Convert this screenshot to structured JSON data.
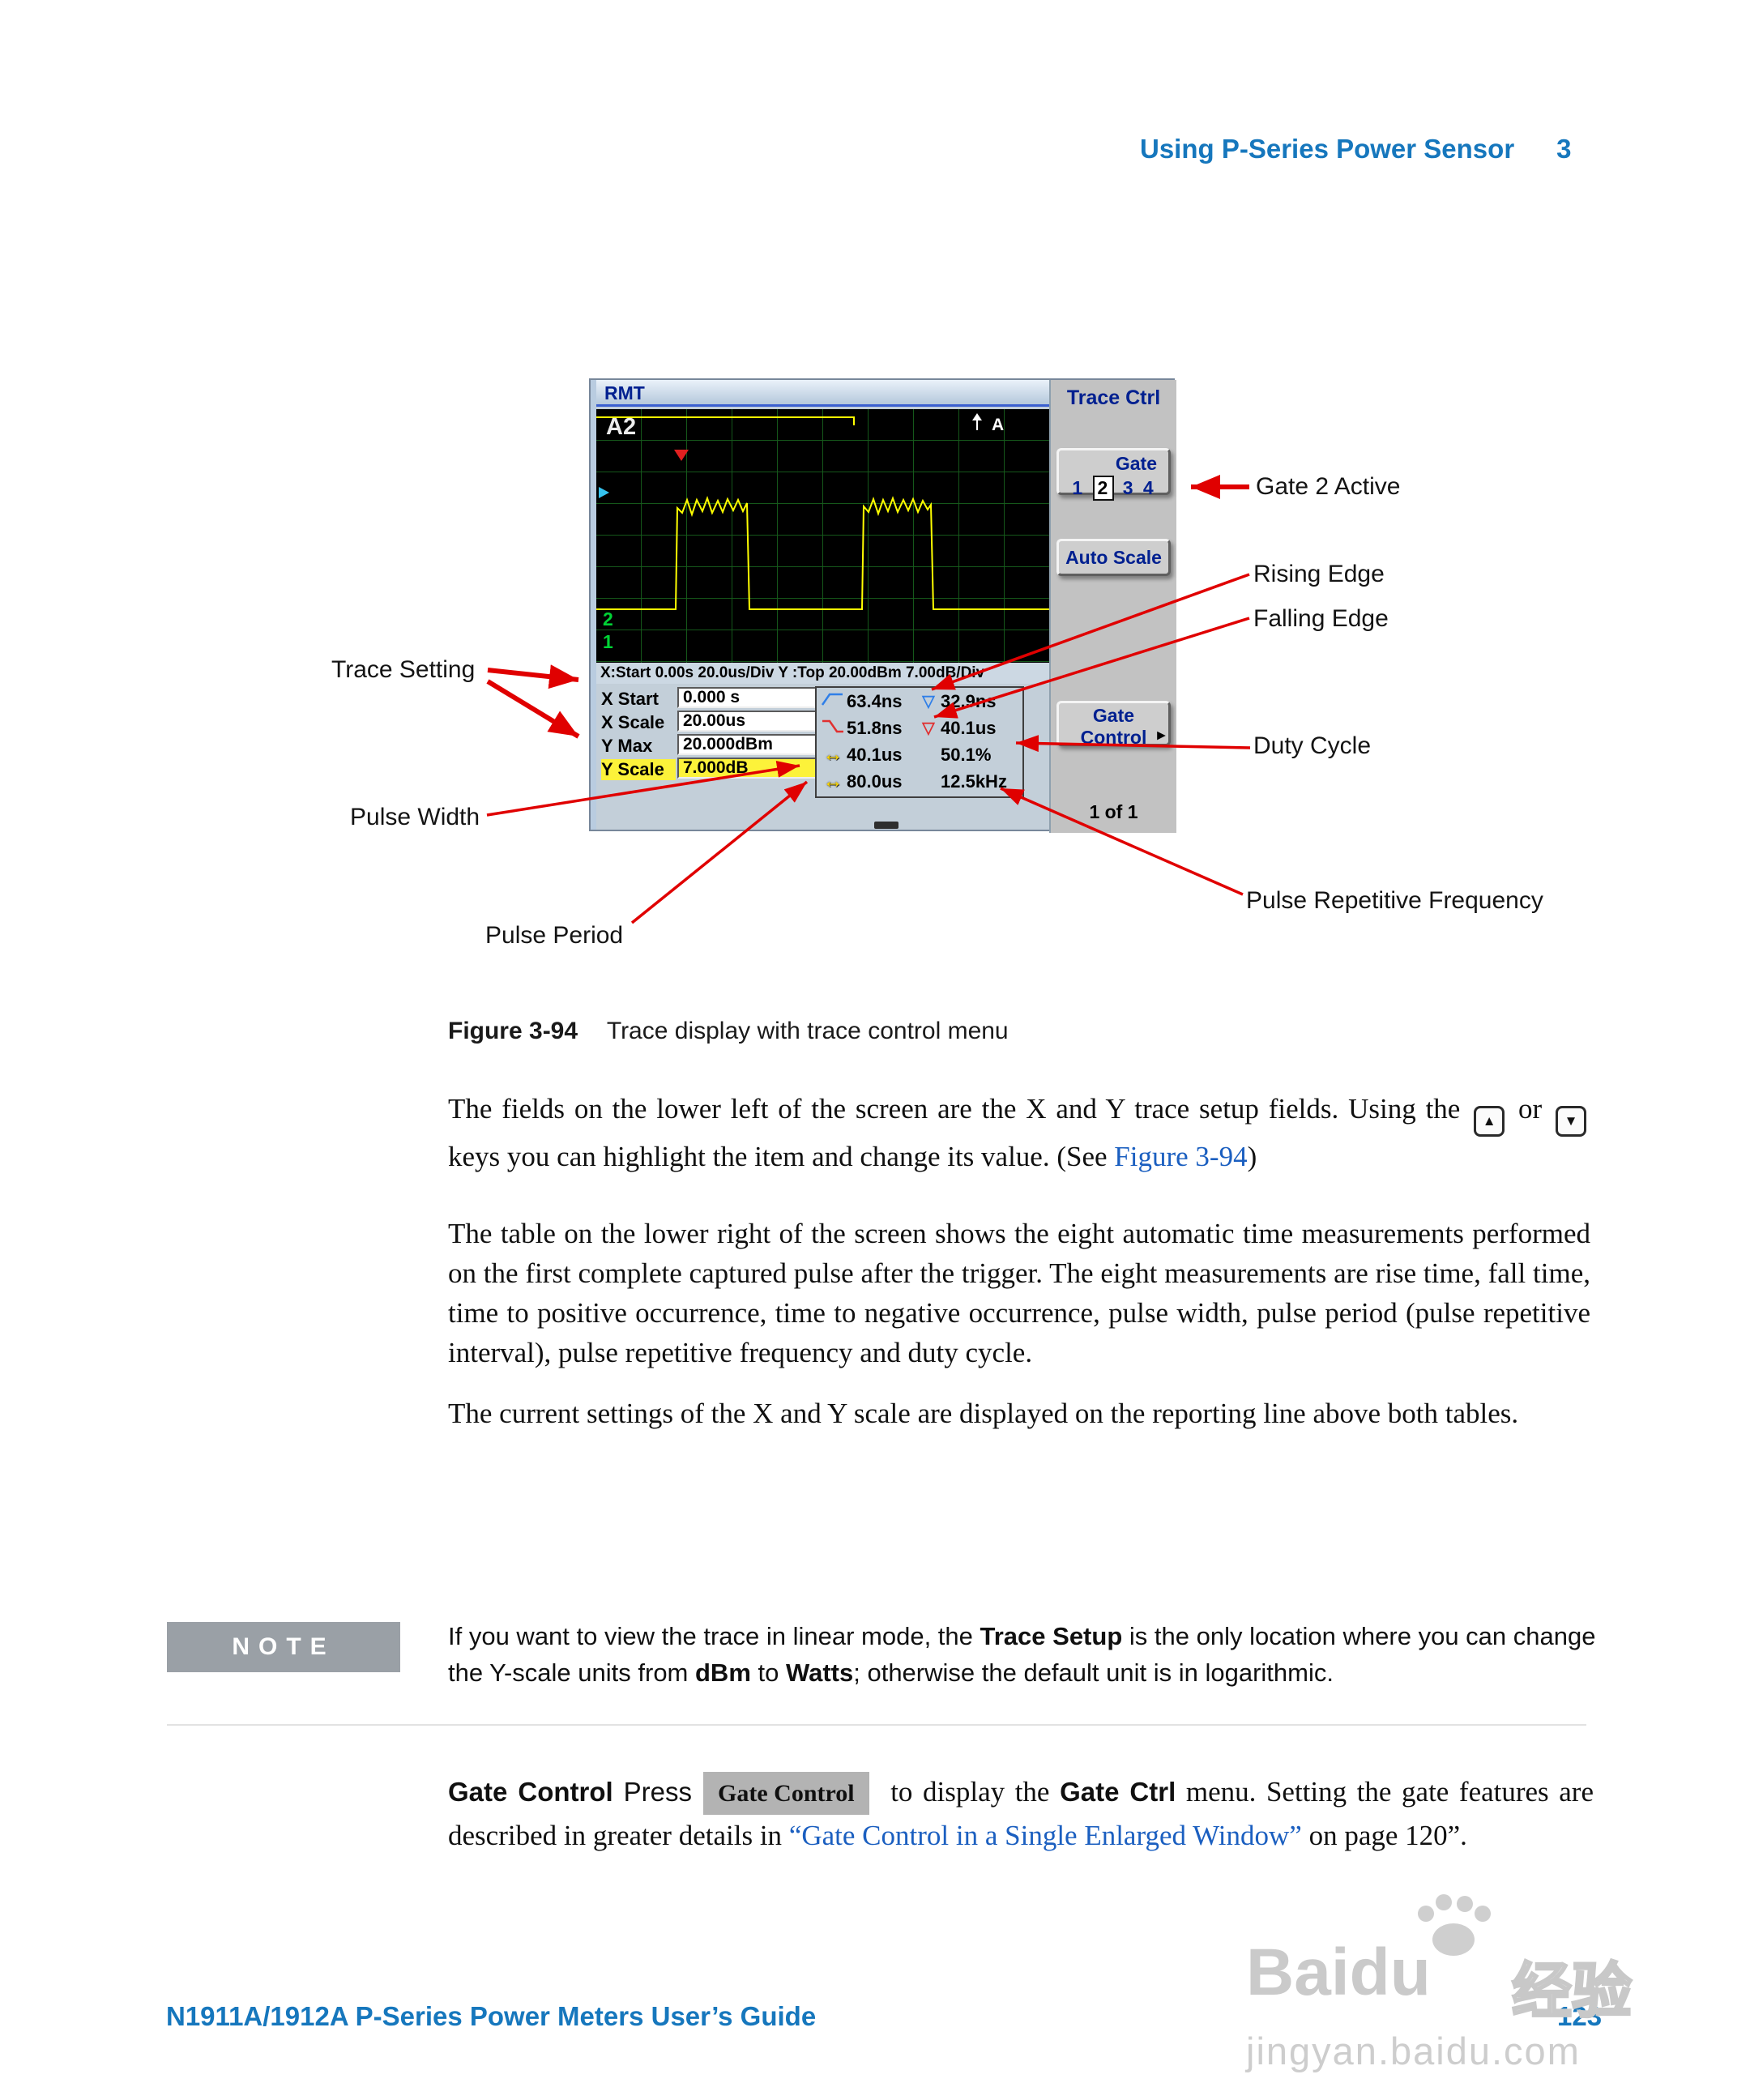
{
  "header": {
    "title": "Using P-Series Power Sensor",
    "chapter": "3"
  },
  "figure": {
    "caption_label": "Figure 3-94",
    "caption_text": "Trace display with trace control menu",
    "labels": {
      "gate2": "Gate 2 Active",
      "rising": "Rising Edge",
      "falling": "Falling Edge",
      "trace_setting": "Trace Setting",
      "duty_cycle": "Duty Cycle",
      "pulse_width": "Pulse Width",
      "pulse_period": "Pulse Period",
      "prf": "Pulse Repetitive Frequency"
    },
    "scope": {
      "rmt": "RMT",
      "trace_id": "A2",
      "trigger_letter": "A",
      "marker2": "2",
      "marker1": "1",
      "status_line": "X:Start 0.00s   20.0us/Div   Y :Top 20.00dBm 7.00dB/Div",
      "fields": {
        "rows": [
          {
            "label": "X Start",
            "value": "0.000 s"
          },
          {
            "label": "X Scale",
            "value": "20.00us"
          },
          {
            "label": "Y Max",
            "value": "20.000dBm"
          },
          {
            "label": "Y Scale",
            "value": "7.000dB"
          }
        ]
      },
      "meas": {
        "rows": [
          {
            "v1": "63.4ns",
            "marker": "▽",
            "v2": "32.9ns"
          },
          {
            "v1": "51.8ns",
            "marker": "▽",
            "v2": "40.1us"
          },
          {
            "icon": "↔",
            "v1": "40.1us",
            "v2": "50.1%"
          },
          {
            "icon": "↔",
            "v1": "80.0us",
            "v2": "12.5kHz"
          }
        ]
      },
      "menu": {
        "title": "Trace Ctrl",
        "gate_word": "Gate",
        "gate_digits": {
          "d1": "1",
          "d2": "2",
          "d3": "3",
          "d4": "4"
        },
        "auto_scale": "Auto Scale",
        "gate_control_line1": "Gate",
        "gate_control_line2": "Control",
        "gate_control_arrow": "▸",
        "pager": "1 of 1"
      }
    }
  },
  "body": {
    "p1": {
      "a": "The fields on the lower left of the screen are the X and Y trace setup fields. Using the ",
      "up_icon": "▲",
      "or": " or ",
      "down_icon": "▼",
      "b": " keys you can highlight the item and change its value. (See ",
      "link": "Figure 3-94",
      "c": ")"
    },
    "p2": "The table on the lower right of the screen shows the eight automatic time measurements performed on the first complete captured pulse after the trigger. The eight measurements are rise time, fall time, time to positive occurrence, time to negative occurrence, pulse width, pulse period (pulse repetitive interval), pulse repetitive frequency and duty cycle.",
    "p3": "The current settings of the X and Y scale are displayed on the reporting line above both tables."
  },
  "note": {
    "label": "NOTE",
    "t1": "If you want to view the trace in linear mode, the ",
    "b1": "Trace Setup",
    "t2": " is the only location where you can change the Y-scale units from ",
    "b2": "dBm",
    "t3": " to ",
    "b3": "Watts",
    "t4": "; otherwise the default unit is in logarithmic."
  },
  "gate_section": {
    "heading_bold": "Gate Control",
    "heading_rest": " Press",
    "button": "Gate Control",
    "t1": " to display the ",
    "b1": "Gate Ctrl",
    "t2": " menu. Setting the gate features are described in greater details in ",
    "link": "“Gate Control in a Single Enlarged Window”",
    "t3": " on page 120”."
  },
  "footer": {
    "left": "N1911A/1912A P-Series Power Meters User’s Guide",
    "page": "123"
  },
  "watermark": {
    "brand": "Baidu",
    "cn": "经验",
    "url": "jingyan.baidu.com"
  }
}
